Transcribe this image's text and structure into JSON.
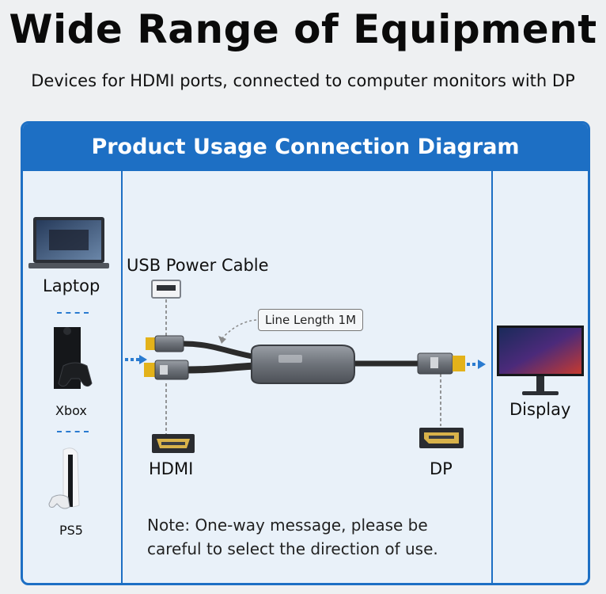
{
  "header": {
    "title": "Wide Range of Equipment",
    "subtitle": "Devices for HDMI ports, connected to computer monitors with DP"
  },
  "diagram": {
    "panel_title": "Product Usage Connection Diagram",
    "sources": [
      "Laptop",
      "Xbox",
      "PS5"
    ],
    "usb_label": "USB Power Cable",
    "length_label": "Line Length 1M",
    "hdmi_label": "HDMI",
    "dp_label": "DP",
    "display_label": "Display",
    "note_lines": [
      "Note: One-way message, please be",
      "careful to select the direction of use."
    ]
  },
  "colors": {
    "accent": "#1d6fc4",
    "connector_gold": "#e3b21a",
    "cable": "#2b2b2b"
  },
  "icons": [
    "laptop-icon",
    "xbox-icon",
    "ps5-icon",
    "usb-port-icon",
    "hdmi-port-icon",
    "dp-port-icon",
    "monitor-icon",
    "arrow-right-icon"
  ]
}
